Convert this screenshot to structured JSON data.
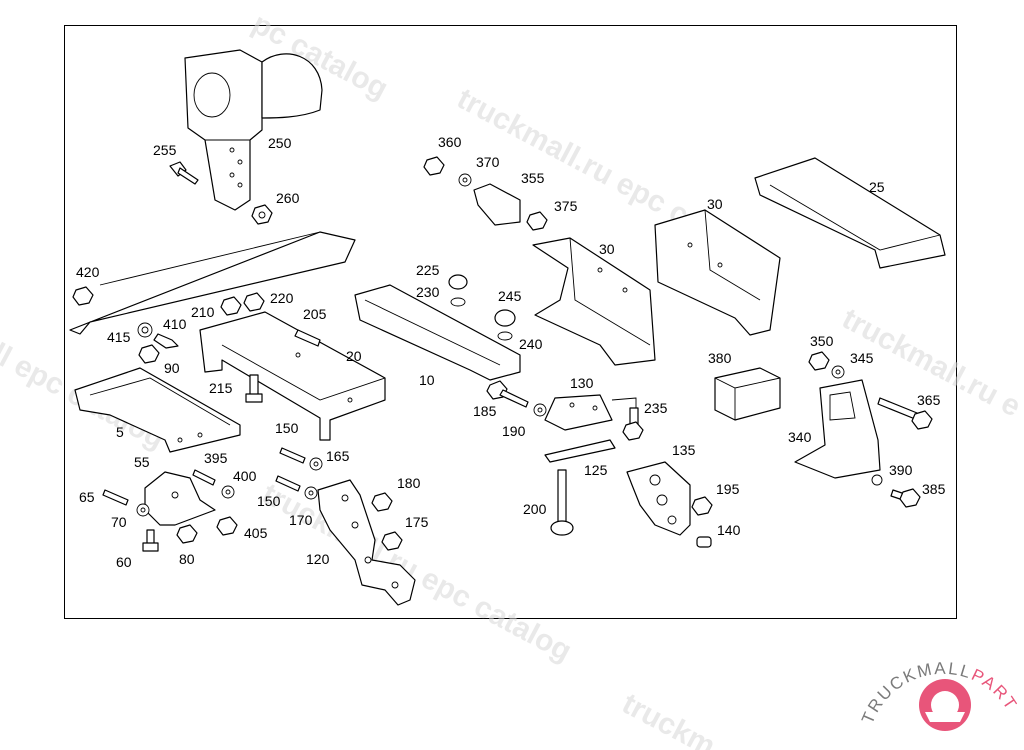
{
  "watermark": {
    "text_full": "truckmall.ru epc catalog",
    "text_partial_top": "pc catalog",
    "text_partial_left": "ll epc catalog",
    "text_partial_mid": "epc catalog",
    "text_partial_right": "truckmall.ru e",
    "text_partial_bottom": "truckm"
  },
  "logo": {
    "part1": "TRUCKMALL",
    "part2": "PARTS",
    "accent_color": "#e8557a",
    "gray_color": "#7a7a7a"
  },
  "callouts": {
    "c5": "5",
    "c10": "10",
    "c20": "20",
    "c25": "25",
    "c30a": "30",
    "c30b": "30",
    "c55": "55",
    "c60": "60",
    "c65": "65",
    "c70": "70",
    "c80": "80",
    "c90": "90",
    "c120": "120",
    "c125": "125",
    "c130": "130",
    "c135": "135",
    "c140": "140",
    "c150a": "150",
    "c150b": "150",
    "c165": "165",
    "c170": "170",
    "c175": "175",
    "c180": "180",
    "c185": "185",
    "c190": "190",
    "c195": "195",
    "c200": "200",
    "c205": "205",
    "c210": "210",
    "c215": "215",
    "c220": "220",
    "c225": "225",
    "c230": "230",
    "c235": "235",
    "c240": "240",
    "c245": "245",
    "c250": "250",
    "c255": "255",
    "c260": "260",
    "c340": "340",
    "c345": "345",
    "c350": "350",
    "c355": "355",
    "c360": "360",
    "c365": "365",
    "c370": "370",
    "c375": "375",
    "c380": "380",
    "c385": "385",
    "c390": "390",
    "c395": "395",
    "c400": "400",
    "c405": "405",
    "c410": "410",
    "c415": "415",
    "c420": "420"
  }
}
